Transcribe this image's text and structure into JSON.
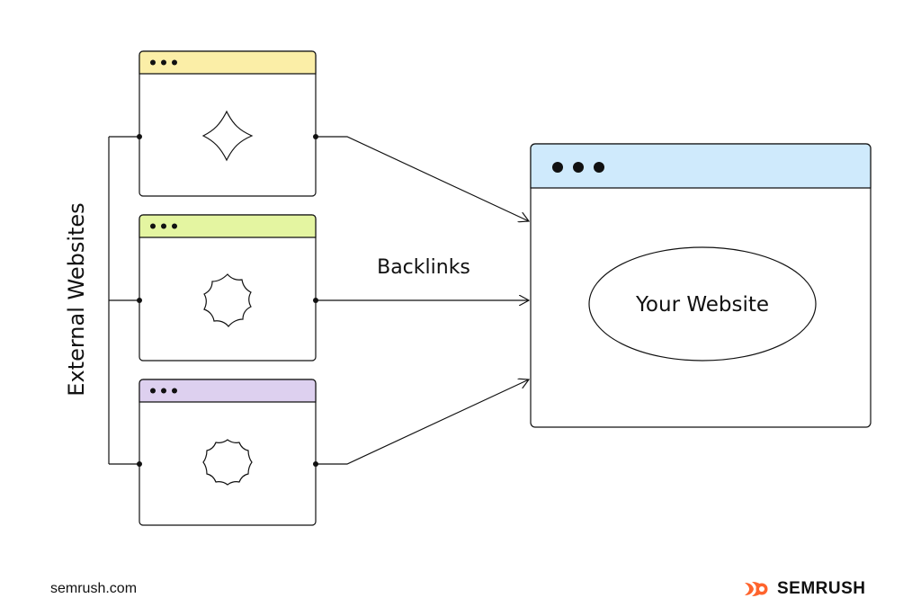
{
  "labels": {
    "external_websites": "External Websites",
    "backlinks": "Backlinks",
    "your_website": "Your Website"
  },
  "footer": {
    "url": "semrush.com",
    "brand": "SEMRUSH"
  },
  "windows": [
    {
      "name": "external-site-1",
      "header_color": "#fbeea7",
      "shape": "four-point-star-icon"
    },
    {
      "name": "external-site-2",
      "header_color": "#e4f5a1",
      "shape": "seven-point-blob-icon"
    },
    {
      "name": "external-site-3",
      "header_color": "#ddd0ef",
      "shape": "eight-point-flower-icon"
    }
  ],
  "target_window": {
    "header_color": "#cfeafc"
  },
  "colors": {
    "stroke": "#111111",
    "brand_orange": "#ff642d"
  }
}
